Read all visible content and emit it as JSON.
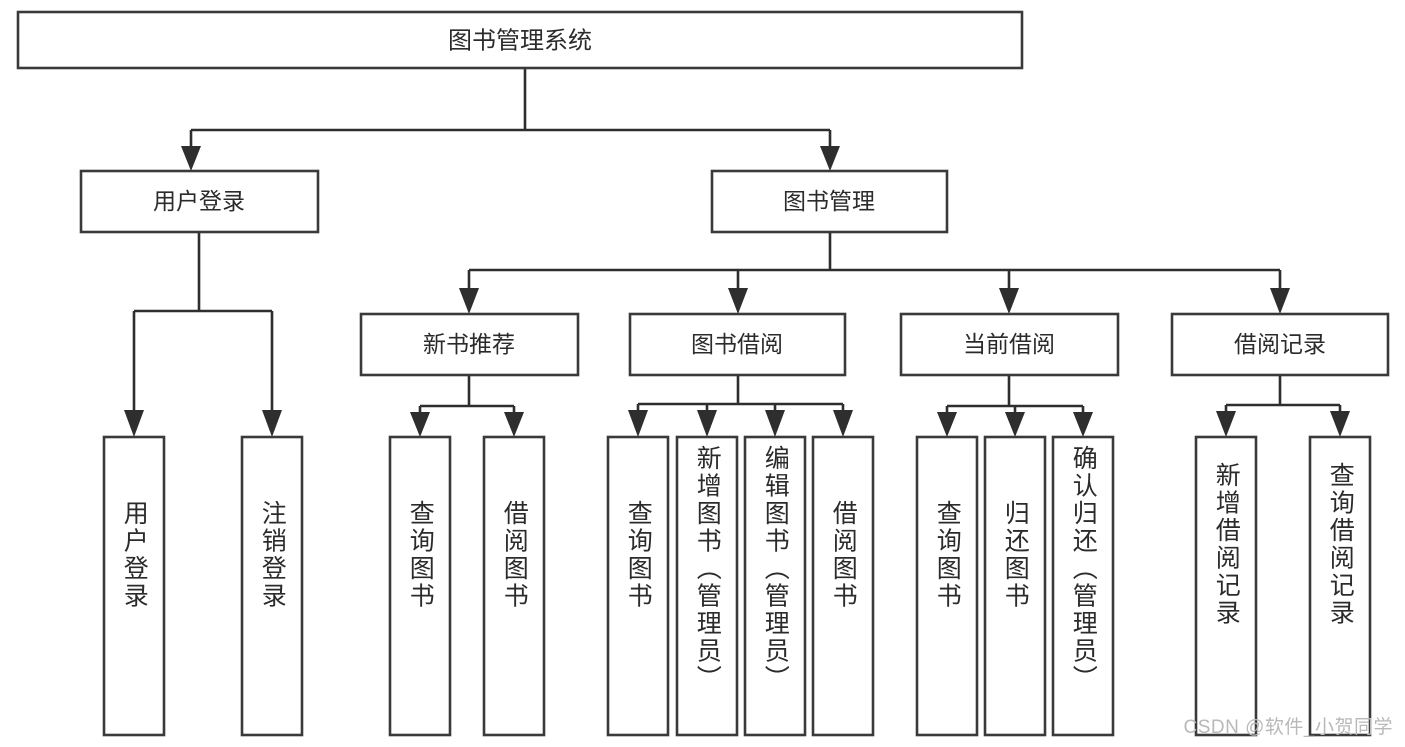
{
  "diagram": {
    "type": "tree",
    "title_node": {
      "label": "图书管理系统"
    },
    "level1": [
      {
        "id": "user-login",
        "label": "用户登录"
      },
      {
        "id": "book-management",
        "label": "图书管理"
      }
    ],
    "level2": [
      {
        "id": "new-book-recommend",
        "label": "新书推荐",
        "parent": "book-management"
      },
      {
        "id": "book-borrow",
        "label": "图书借阅",
        "parent": "book-management"
      },
      {
        "id": "current-borrow",
        "label": "当前借阅",
        "parent": "book-management"
      },
      {
        "id": "borrow-record",
        "label": "借阅记录",
        "parent": "book-management"
      }
    ],
    "leaves": [
      {
        "id": "leaf-user-login",
        "label": "用户登录",
        "parent": "user-login"
      },
      {
        "id": "leaf-logout-login",
        "label": "注销登录",
        "parent": "user-login"
      },
      {
        "id": "leaf-query-book-1",
        "label": "查询图书",
        "parent": "new-book-recommend"
      },
      {
        "id": "leaf-borrow-book-1",
        "label": "借阅图书",
        "parent": "new-book-recommend"
      },
      {
        "id": "leaf-query-book-2",
        "label": "查询图书",
        "parent": "book-borrow"
      },
      {
        "id": "leaf-add-book",
        "label": "新增图书（管理员）",
        "parent": "book-borrow"
      },
      {
        "id": "leaf-edit-book",
        "label": "编辑图书（管理员）",
        "parent": "book-borrow"
      },
      {
        "id": "leaf-borrow-book-2",
        "label": "借阅图书",
        "parent": "book-borrow"
      },
      {
        "id": "leaf-query-book-3",
        "label": "查询图书",
        "parent": "current-borrow"
      },
      {
        "id": "leaf-return-book",
        "label": "归还图书",
        "parent": "current-borrow"
      },
      {
        "id": "leaf-confirm-return",
        "label": "确认归还（管理员）",
        "parent": "current-borrow"
      },
      {
        "id": "leaf-add-record",
        "label": "新增借阅记录",
        "parent": "borrow-record"
      },
      {
        "id": "leaf-query-record",
        "label": "查询借阅记录",
        "parent": "borrow-record"
      }
    ],
    "colors": {
      "box_stroke": "#3a3a3a",
      "edge": "#2e2e2e",
      "text": "#2b2b2b",
      "background": "#ffffff",
      "watermark": "#b9b9b9"
    }
  },
  "watermark": {
    "text": "CSDN @软件_小贺同学"
  }
}
